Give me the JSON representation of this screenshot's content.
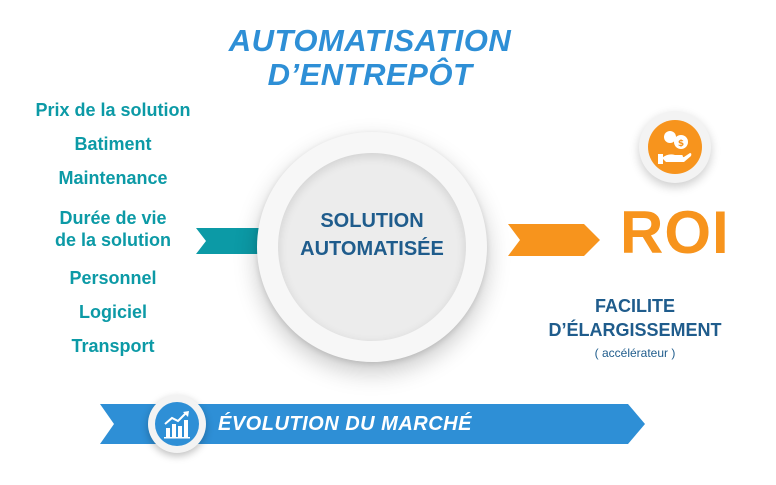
{
  "title": {
    "line1": "AUTOMATISATION",
    "line2": "D’ENTREPÔT"
  },
  "costs": [
    "Prix de la solution",
    "Batiment",
    "Maintenance",
    "Durée de vie",
    "de la solution",
    "Personnel",
    "Logiciel",
    "Transport"
  ],
  "center": {
    "line1": "SOLUTION",
    "line2": "AUTOMATISÉE"
  },
  "roi": {
    "label": "ROI",
    "icon": "hand-coins-icon"
  },
  "facilite": {
    "line1": "FACILITE",
    "line2": "D’ÉLARGISSEMENT",
    "note": "( accélérateur )"
  },
  "banner": {
    "label": "ÉVOLUTION DU MARCHÉ",
    "icon": "growth-chart-icon"
  },
  "colors": {
    "title": "#2e8fd6",
    "teal": "#0c9aa6",
    "orange": "#f7941d",
    "navy": "#1f5c8c",
    "banner": "#2e8fd6"
  }
}
